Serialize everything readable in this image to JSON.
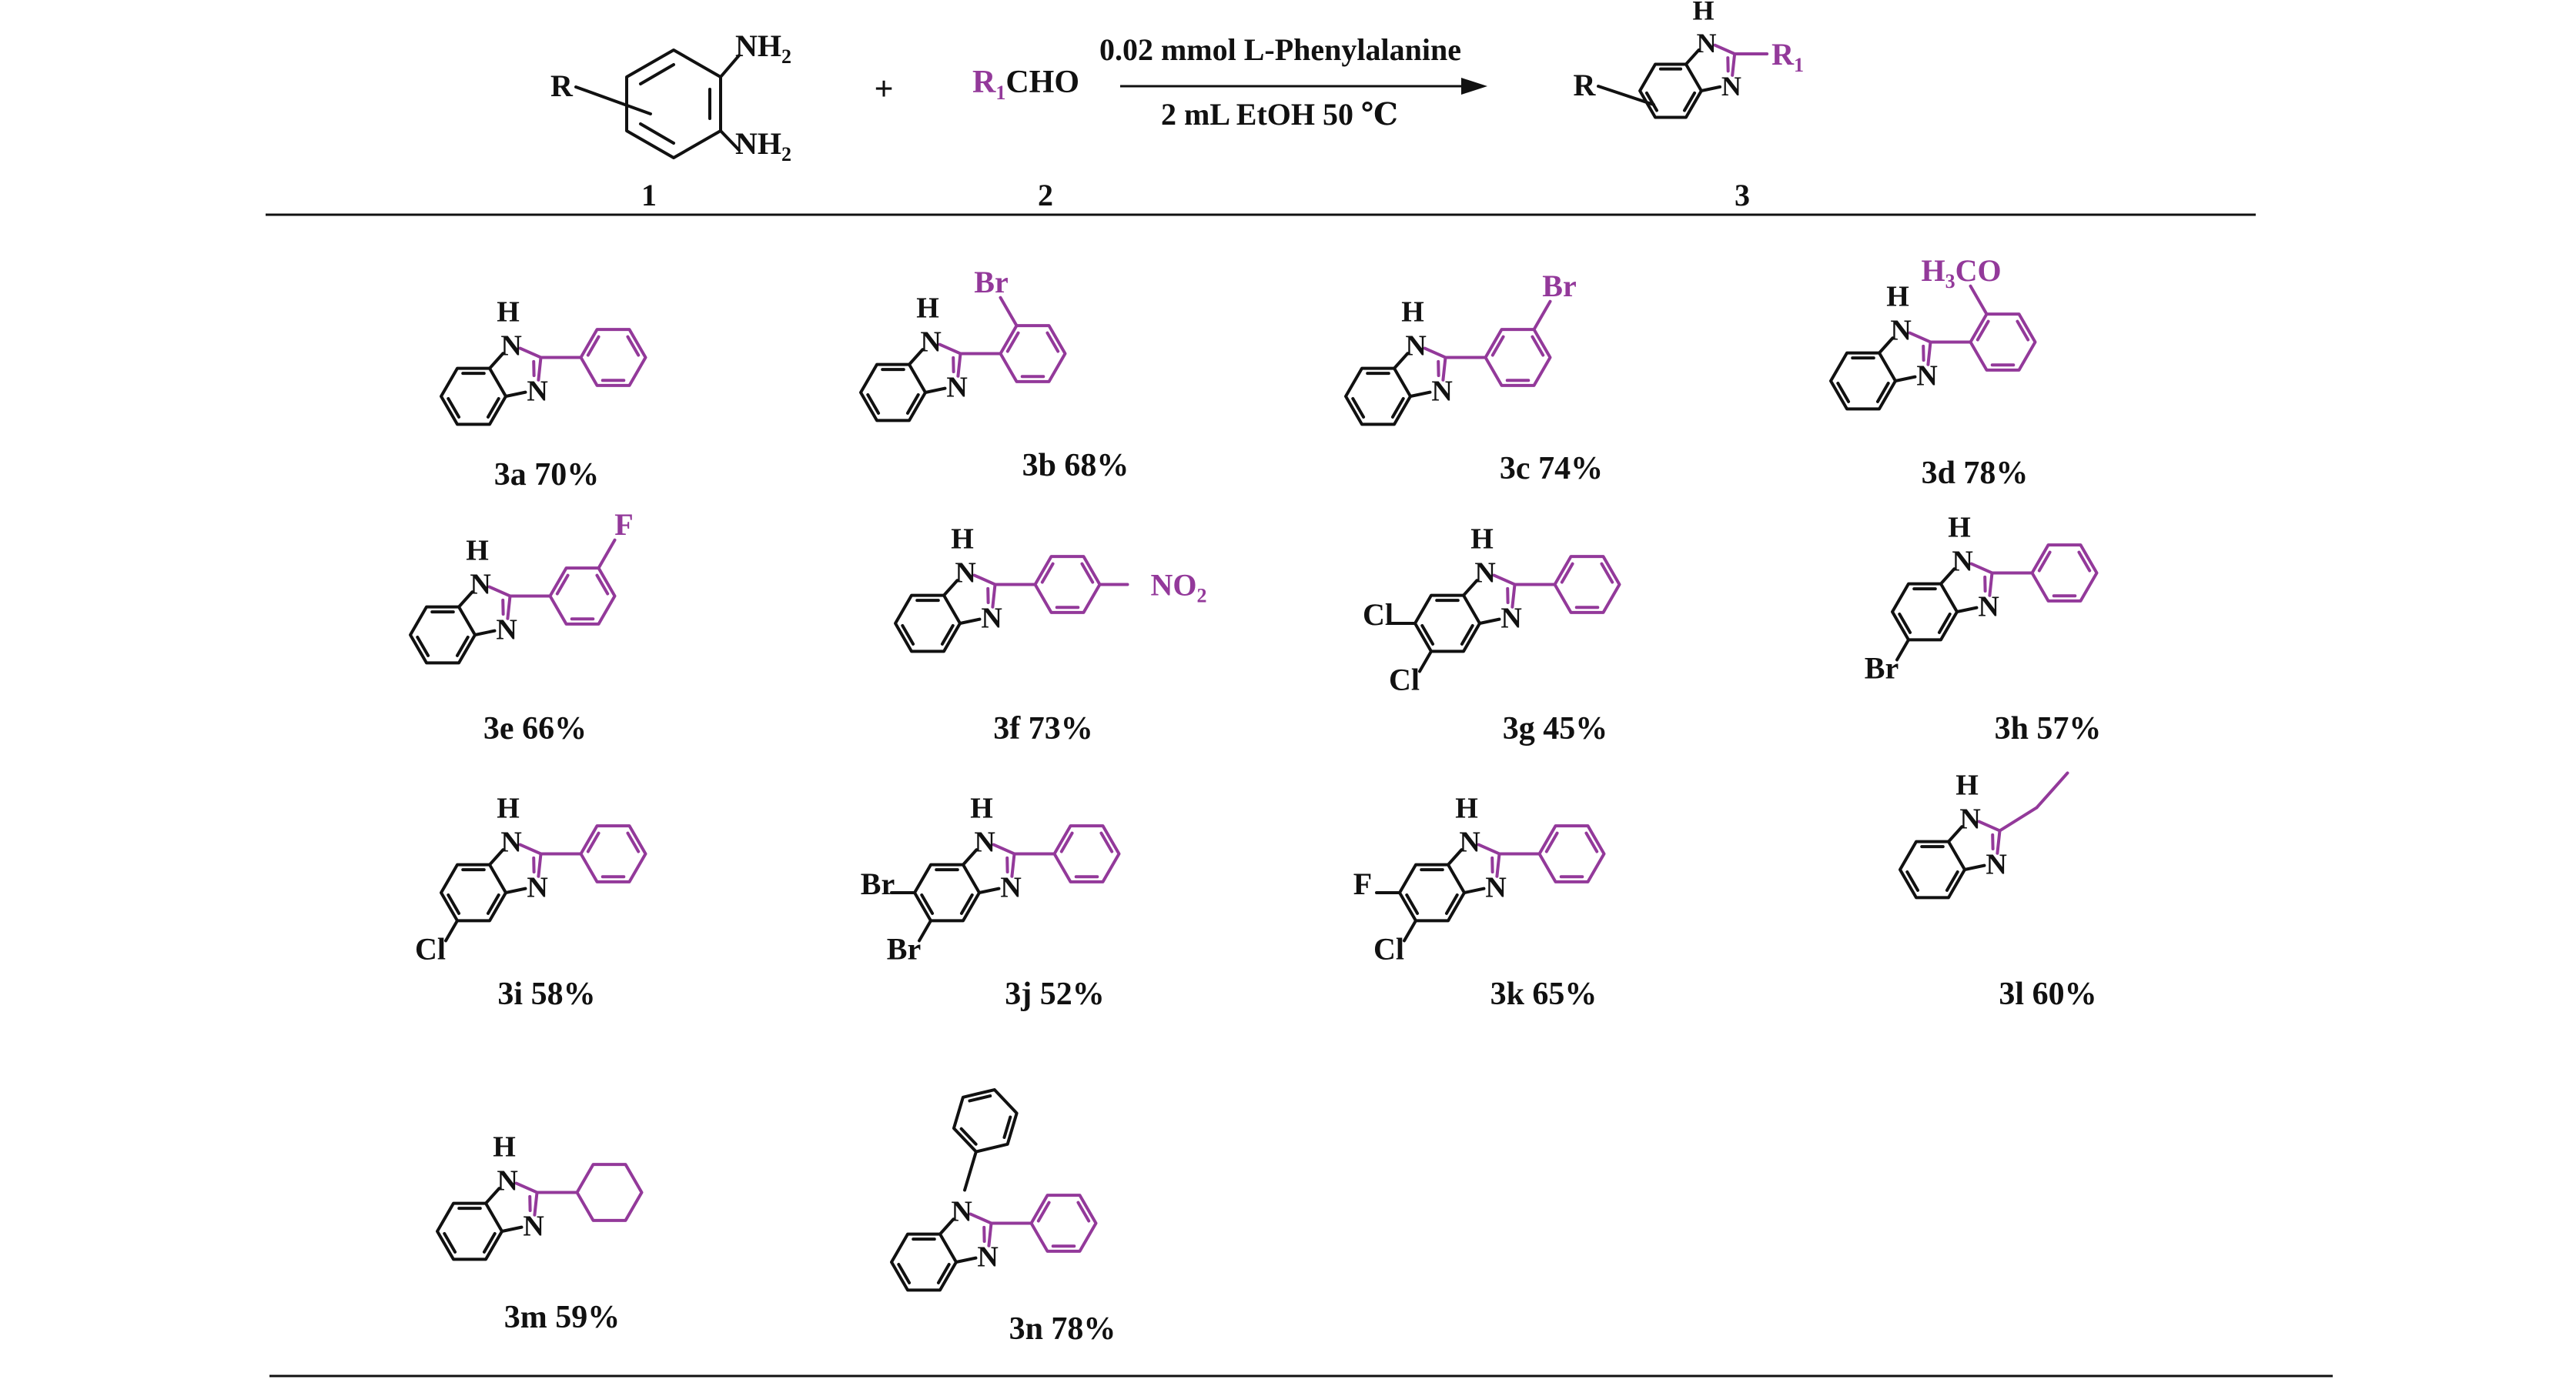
{
  "colors": {
    "core": "#111111",
    "accent": "#93399A"
  },
  "scheme": {
    "reactant1": {
      "r": "R",
      "nh2_top": "NH",
      "nh2_bottom": "NH",
      "sub": "2",
      "number": "1"
    },
    "plus": "+",
    "reactant2": {
      "r": "R",
      "r_sub": "1",
      "cho": "CHO",
      "number": "2"
    },
    "conditions_top": "0.02 mmol L-Phenylalanine",
    "conditions_bottom": "2 mL EtOH  50 ℃",
    "product": {
      "r": "R",
      "h": "H",
      "n": "N",
      "r1": "R",
      "r1_sub": "1",
      "number": "3"
    }
  },
  "compounds": [
    {
      "id": "3a",
      "label": "3a",
      "yield": "70%",
      "variant": "phenyl",
      "subs": []
    },
    {
      "id": "3b",
      "label": "3b",
      "yield": "68%",
      "variant": "phenyl",
      "subs": [
        {
          "text": "Br",
          "pos": "ortho"
        }
      ]
    },
    {
      "id": "3c",
      "label": "3c",
      "yield": "74%",
      "variant": "phenyl",
      "subs": [
        {
          "text": "Br",
          "pos": "meta"
        }
      ]
    },
    {
      "id": "3d",
      "label": "3d",
      "yield": "78%",
      "variant": "phenyl",
      "subs": [
        {
          "text": "H",
          "sub": "3",
          "tail": "CO",
          "pos": "ortho"
        }
      ]
    },
    {
      "id": "3e",
      "label": "3e",
      "yield": "66%",
      "variant": "phenyl",
      "subs": [
        {
          "text": "F",
          "pos": "meta"
        }
      ]
    },
    {
      "id": "3f",
      "label": "3f",
      "yield": "73%",
      "variant": "phenyl",
      "subs": [
        {
          "text": "NO",
          "sub": "2",
          "pos": "para"
        }
      ]
    },
    {
      "id": "3g",
      "label": "3g",
      "yield": "45%",
      "variant": "phenyl",
      "core": [
        "Cl",
        "Cl"
      ]
    },
    {
      "id": "3h",
      "label": "3h",
      "yield": "57%",
      "variant": "phenyl",
      "core": [
        "",
        "Br"
      ]
    },
    {
      "id": "3i",
      "label": "3i",
      "yield": "58%",
      "variant": "phenyl",
      "core": [
        "",
        "Cl"
      ]
    },
    {
      "id": "3j",
      "label": "3j",
      "yield": "52%",
      "variant": "phenyl",
      "core": [
        "Br",
        "Br"
      ]
    },
    {
      "id": "3k",
      "label": "3k",
      "yield": "65%",
      "variant": "phenyl",
      "core": [
        "F",
        "Cl"
      ]
    },
    {
      "id": "3l",
      "label": "3l",
      "yield": "60%",
      "variant": "ethyl"
    },
    {
      "id": "3m",
      "label": "3m",
      "yield": "59%",
      "variant": "cyclohexyl"
    },
    {
      "id": "3n",
      "label": "3n",
      "yield": "78%",
      "variant": "phenyl",
      "n_phenyl": true
    }
  ],
  "atom_labels": {
    "h": "H",
    "n": "N"
  }
}
